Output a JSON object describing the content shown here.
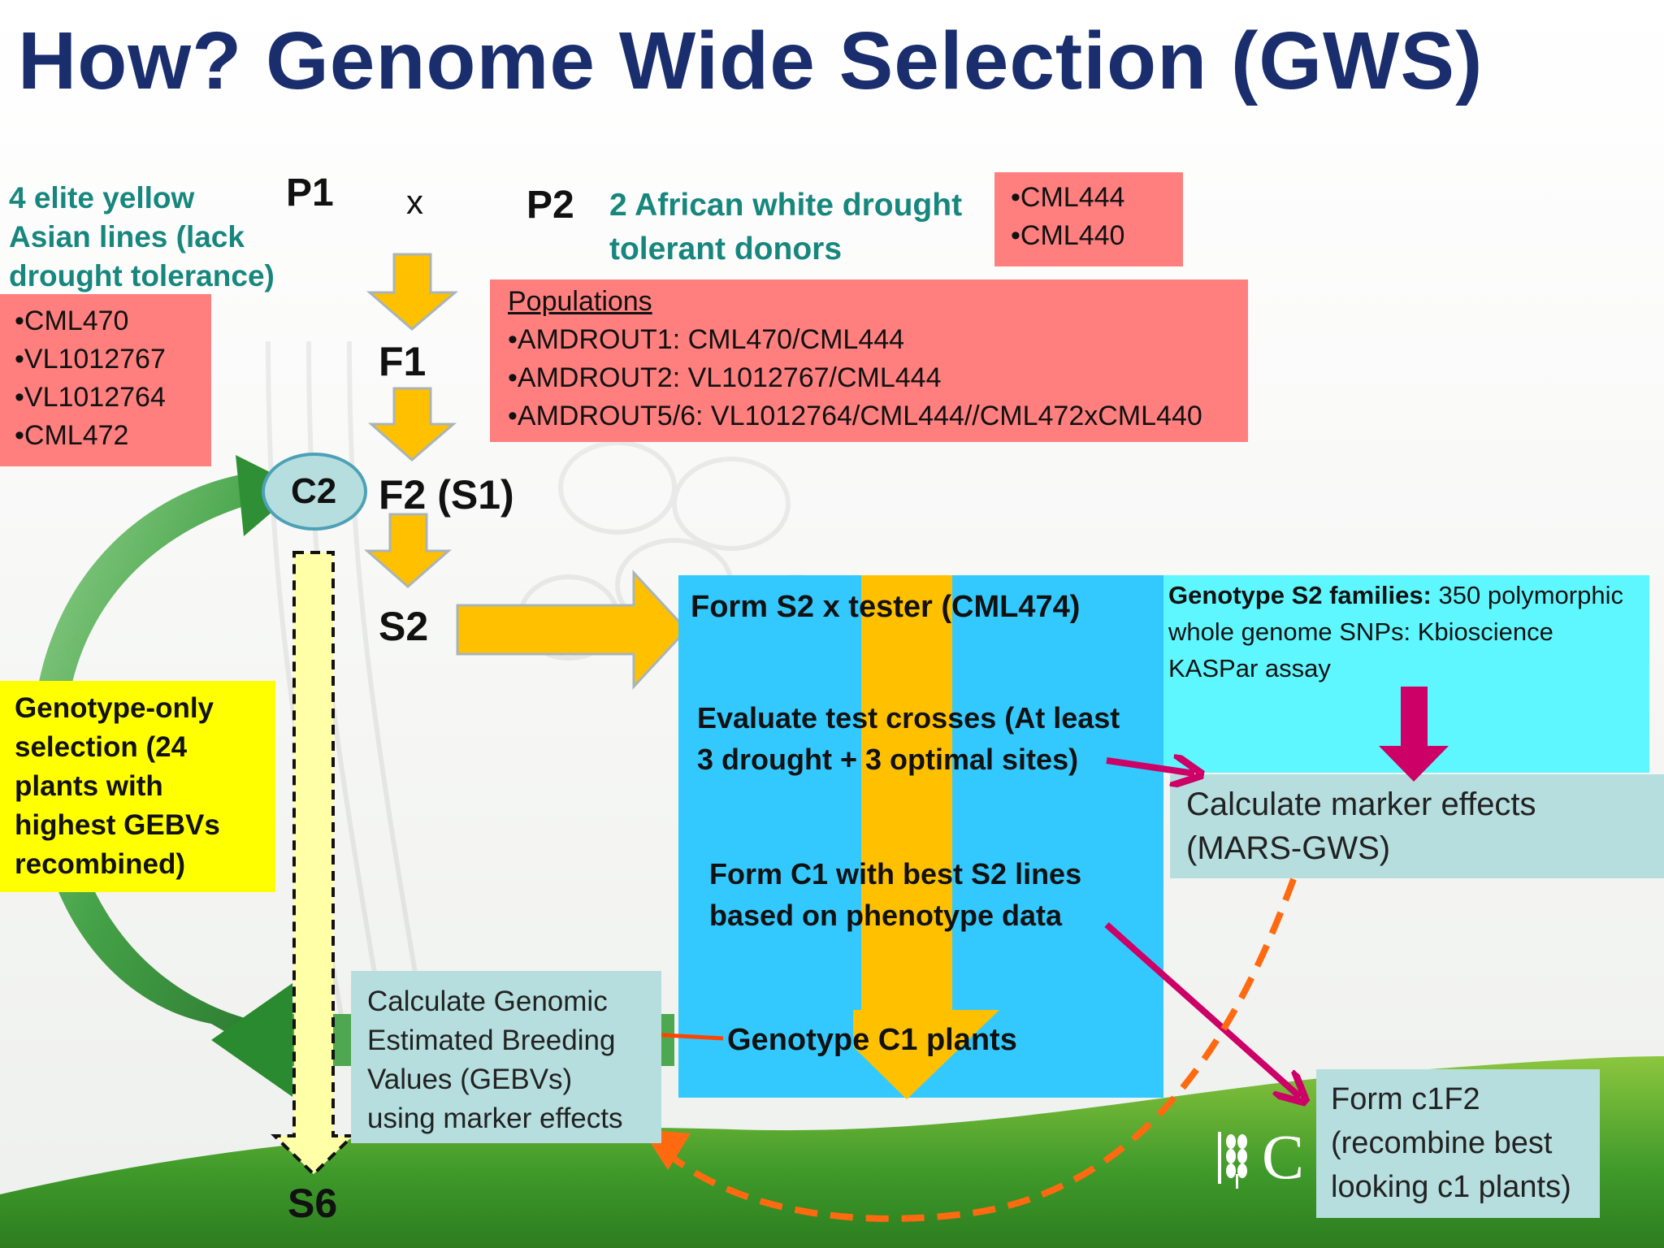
{
  "title": "How? Genome Wide Selection (GWS)",
  "p1": {
    "label": "P1",
    "description": "4 elite yellow Asian lines (lack drought tolerance)",
    "lines": [
      "•CML470",
      "•VL1012767",
      "•VL1012764",
      "•CML472"
    ]
  },
  "cross_symbol": "x",
  "p2": {
    "label": "P2",
    "description": "2 African white drought tolerant donors",
    "lines": [
      "•CML444",
      "•CML440"
    ]
  },
  "populations": {
    "heading": "Populations",
    "items": [
      "•AMDROUT1: CML470/CML444",
      "•AMDROUT2: VL1012767/CML444",
      "•AMDROUT5/6: VL1012764/CML444//CML472xCML440"
    ]
  },
  "generations": {
    "f1": "F1",
    "f2": "F2 (S1)",
    "s2": "S2",
    "s6": "S6",
    "c2": "C2"
  },
  "genotype_only_selection": "Genotype-only selection (24 plants with highest GEBVs recombined)",
  "blue_panel": {
    "form_s2": "Form S2 x tester (CML474)",
    "evaluate": "Evaluate test crosses (At least 3 drought + 3 optimal sites)",
    "form_c1": "Form C1 with best S2 lines based on phenotype data",
    "genotype_c1": "Genotype C1 plants"
  },
  "genotype_s2": {
    "bold": "Genotype S2 families:",
    "text": " 350 polymorphic whole genome SNPs: Kbioscience KASPar assay"
  },
  "marker_effects": "Calculate marker effects (MARS-GWS)",
  "gebv_box": "Calculate Genomic Estimated Breeding Values (GEBVs) using marker effects",
  "form_c1f2": "Form c1F2 (recombine best looking c1 plants)",
  "logo_text": "C",
  "colors": {
    "title": "#1a2e6e",
    "teal_text": "#17877e",
    "pink_box": "#ff7f7f",
    "yellow_box": "#ffff00",
    "blue_panel": "#33c9ff",
    "cyan_box": "#5ff7ff",
    "grey_box": "#b6dede",
    "orange_arrow": "#ffc000",
    "magenta_arrow": "#cc0066",
    "dashed_orange": "#ff6a10",
    "green_arrow": "#2f9a3a"
  }
}
